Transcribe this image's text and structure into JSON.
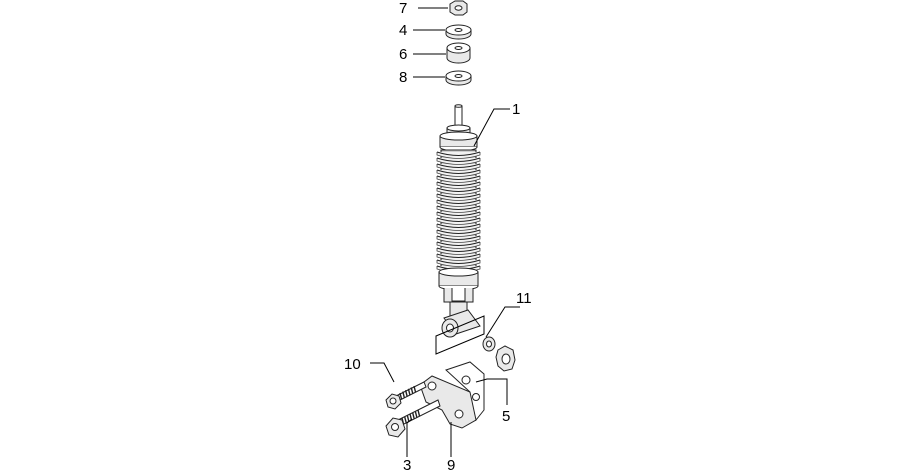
{
  "diagram": {
    "labels": {
      "p1": "1",
      "p3": "3",
      "p4": "4",
      "p5": "5",
      "p6": "6",
      "p7": "7",
      "p8": "8",
      "p9": "9",
      "p10": "10",
      "p11": "11"
    }
  }
}
